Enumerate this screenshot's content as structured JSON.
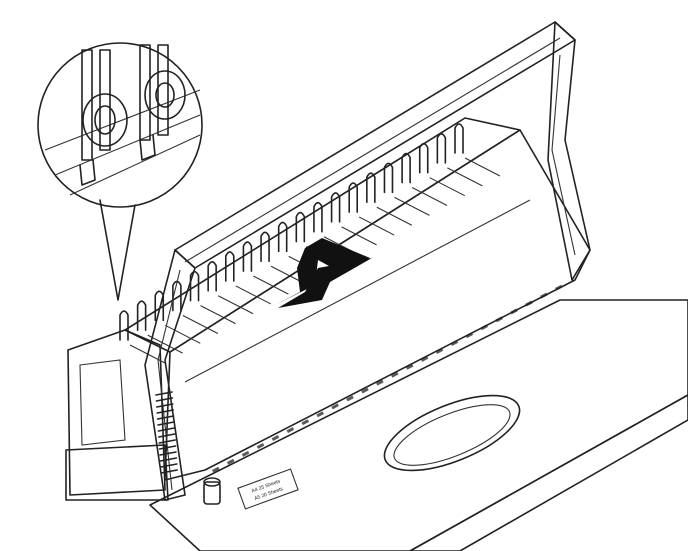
{
  "figure": {
    "label_line1": "A4 25 Sheets",
    "label_line2": "A5 20 Sheets"
  },
  "colors": {
    "tray": "#bdbdbd",
    "tray_front": "#9d9d9d",
    "body": "#ffffff",
    "base_band": "#a9a9a9",
    "outline": "#222222",
    "arrow": "#111111",
    "slot": "#5a5a5a"
  },
  "parts": {
    "comb_fingers": 20,
    "tray_slots": 24
  }
}
